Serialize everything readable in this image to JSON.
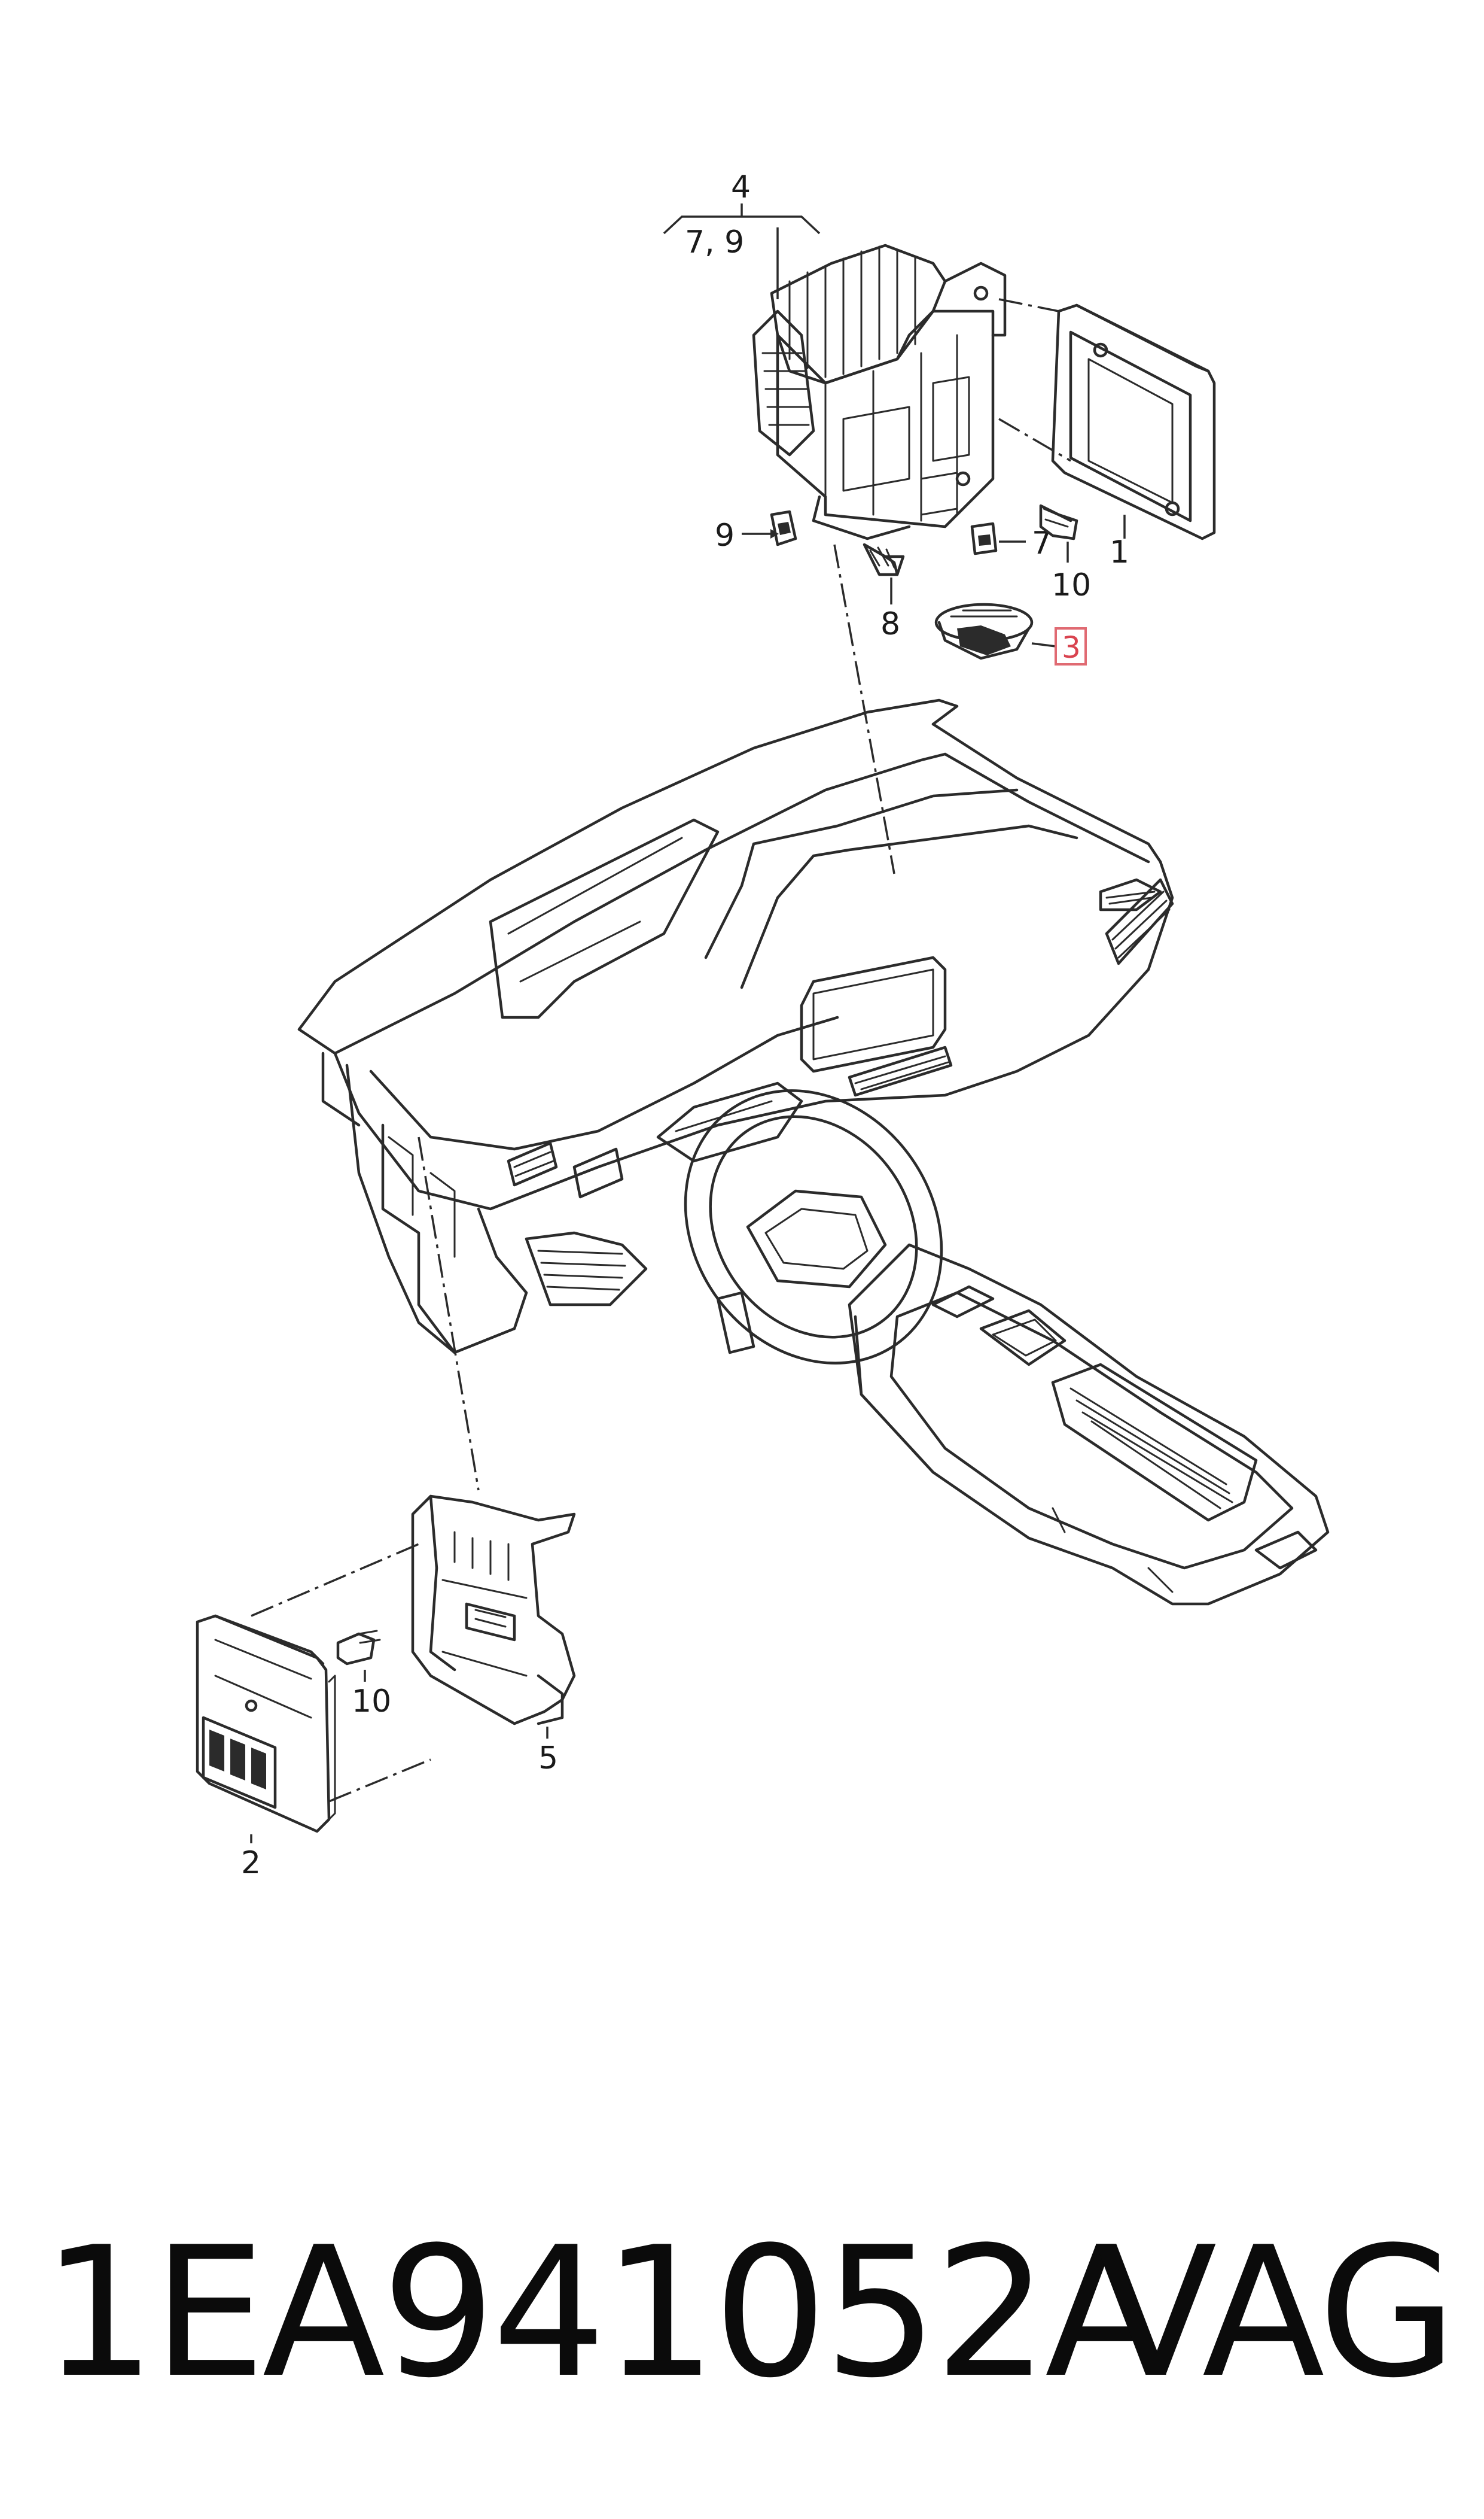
{
  "diagram": {
    "labels": {
      "l4": "4",
      "l79": "7, 9",
      "l9": "9",
      "l7": "7",
      "l10a": "10",
      "l1": "1",
      "l8": "8",
      "l3": "3",
      "l10b": "10",
      "l5": "5",
      "l2": "2"
    },
    "highlight_color": "#d9434f"
  },
  "footer": {
    "part_number": "1EA941052A",
    "brand": "VAG"
  }
}
